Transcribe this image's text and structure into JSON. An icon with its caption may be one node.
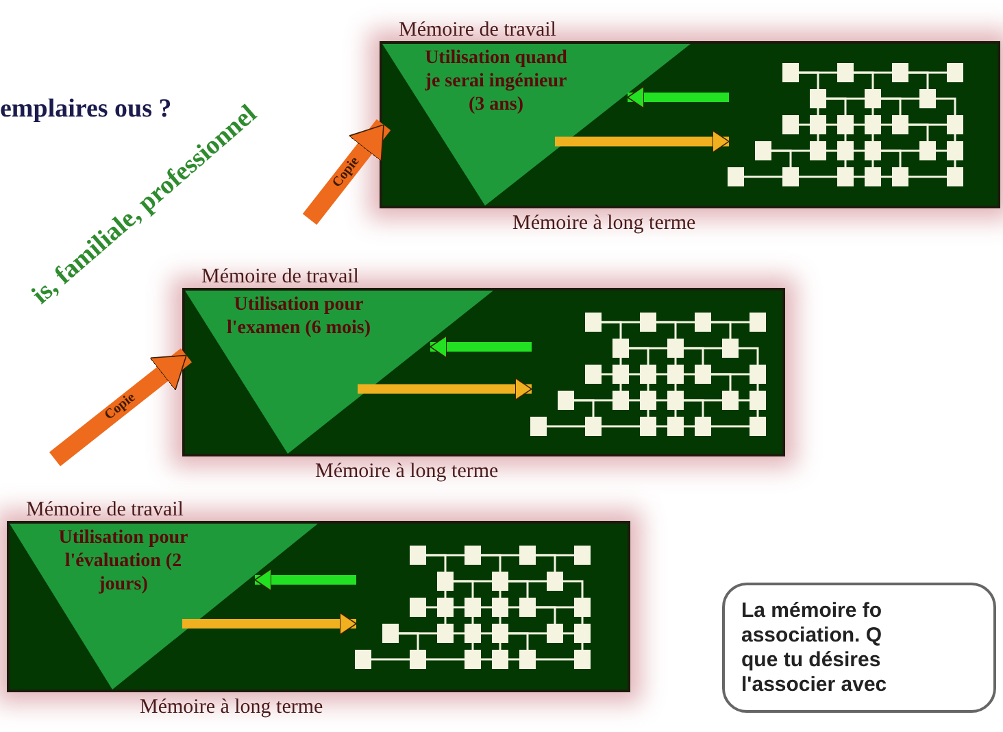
{
  "diagram": {
    "nodes": [
      {
        "text": [
          "Mémoire de travail",
          "Mémoire à long terme"
        ]
      },
      {
        "text": [
          "Utilisation quand je serai ingénieur (3 ans)"
        ],
        "in": 0
      },
      {
        "text": [],
        "shape": "picture",
        "in": 0
      },
      {
        "text": [
          "Mémoire de travail",
          "Mémoire à long terme"
        ]
      },
      {
        "text": [
          "Utilisation pour l'examen (6 mois)"
        ],
        "in": 3
      },
      {
        "text": [],
        "shape": "picture",
        "in": 3
      },
      {
        "text": [
          "Mémoire de travail",
          "Mémoire à long terme"
        ]
      },
      {
        "text": [
          "Utilisation pour l'évaluation (2 jours)"
        ],
        "in": 6
      },
      {
        "text": [],
        "shape": "picture",
        "in": 6
      },
      {
        "text": [
          "La mémoire fo association. Q que tu désires l'associer avec"
        ]
      }
    ],
    "edges": [
      {
        "from": 2,
        "to": 1,
        "arrow": "to",
        "color": "#22e022"
      },
      {
        "from": 1,
        "to": 2,
        "arrow": "to",
        "color": "#f0b020"
      },
      {
        "from": 5,
        "to": 4,
        "arrow": "to",
        "color": "#22e022"
      },
      {
        "from": 4,
        "to": 5,
        "arrow": "to",
        "color": "#f0b020"
      },
      {
        "from": 8,
        "to": 7,
        "arrow": "to",
        "color": "#22e022"
      },
      {
        "from": 7,
        "to": 8,
        "arrow": "to",
        "color": "#f0b020"
      },
      {
        "from": null,
        "to": 3,
        "arrow": "to",
        "label": "Copie",
        "style": "thick",
        "color": "#ee6a1c"
      },
      {
        "from": null,
        "to": 0,
        "arrow": "to",
        "label": "Copie",
        "style": "thick",
        "color": "#ee6a1c"
      }
    ],
    "labels": [
      "emplaires ous ?",
      "is, familiale, professionnel"
    ]
  }
}
